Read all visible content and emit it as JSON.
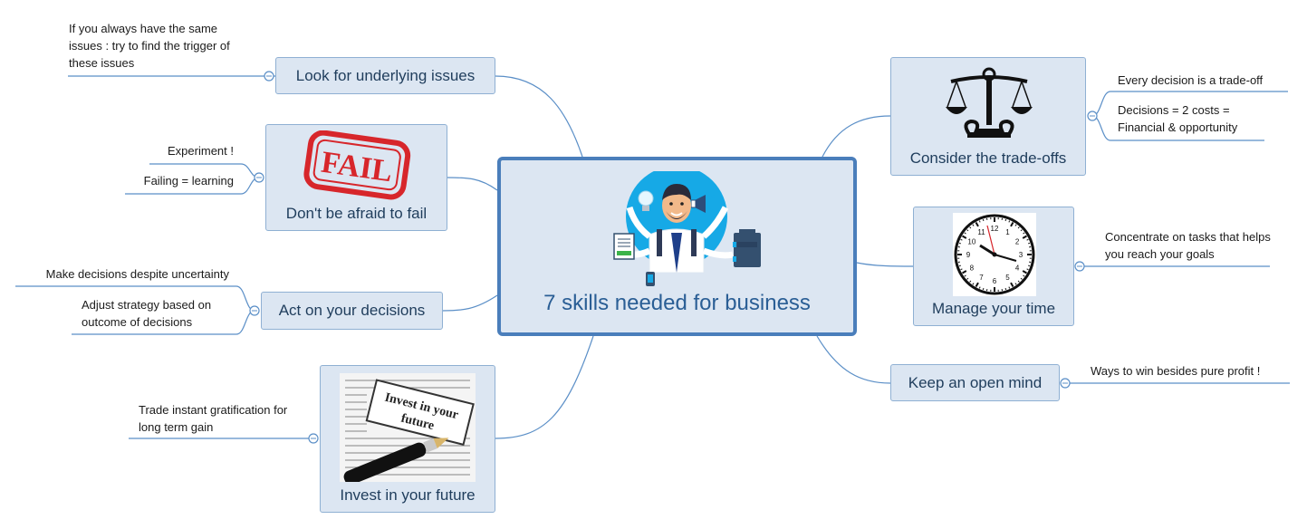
{
  "central": {
    "title": "7 skills needed for business"
  },
  "branches": {
    "underlying": {
      "label": "Look for underlying issues",
      "note": "If you always have the same issues : try to find the trigger of these issues"
    },
    "fail": {
      "label": "Don't be afraid to fail",
      "stamp": "FAIL",
      "notes": [
        "Experiment !",
        "Failing = learning"
      ]
    },
    "decisions": {
      "label": "Act on your decisions",
      "notes": [
        "Make decisions despite uncertainty",
        "Adjust strategy based on outcome of decisions"
      ]
    },
    "future": {
      "label": "Invest in your future",
      "paper_text": "Invest in your future",
      "note": "Trade instant gratification for long term gain"
    },
    "tradeoffs": {
      "label": "Consider the trade-offs",
      "notes": [
        "Every decision is a trade-off",
        "Decisions = 2 costs = Financial & opportunity"
      ]
    },
    "time": {
      "label": "Manage your time",
      "note": "Concentrate on tasks that helps you reach your goals",
      "clock_numbers": [
        "12",
        "1",
        "2",
        "3",
        "4",
        "5",
        "6",
        "7",
        "8",
        "9",
        "10",
        "11"
      ]
    },
    "openmind": {
      "label": "Keep an open mind",
      "note": "Ways to win besides pure profit !"
    }
  },
  "colors": {
    "node_fill": "#dce6f2",
    "node_border": "#8fb0d3",
    "central_border": "#4a7ebb",
    "connector": "#5b8fc7",
    "text_blue": "#1f3d5c",
    "fail_red": "#d7262b"
  },
  "icons": [
    "businessman-icon",
    "lightbulb-icon",
    "megaphone-icon",
    "briefcase-icon",
    "document-icon",
    "phone-icon",
    "fail-stamp-icon",
    "balance-scale-icon",
    "clock-icon",
    "pen-icon"
  ]
}
